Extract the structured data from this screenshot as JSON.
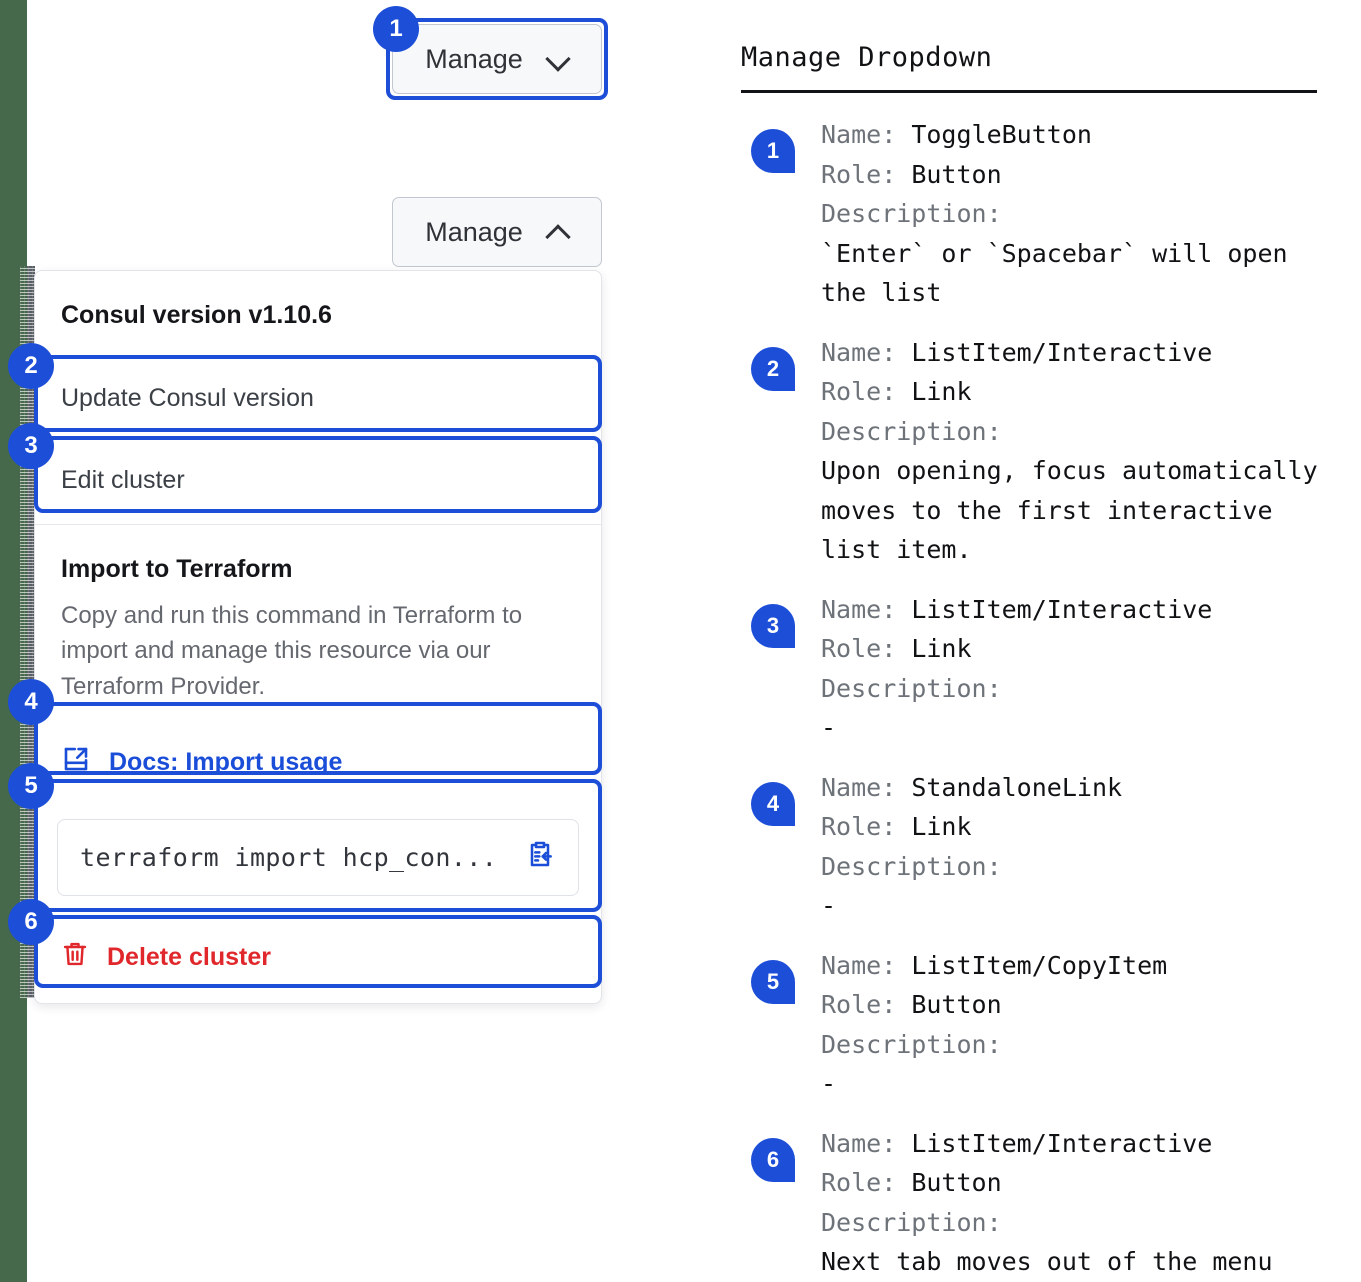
{
  "left": {
    "toggle_1": {
      "label": "Manage",
      "icon": "chevron-down-icon"
    },
    "toggle_2": {
      "label": "Manage",
      "icon": "chevron-up-icon"
    },
    "menu": {
      "header": "Consul version v1.10.6",
      "item_update": "Update Consul version",
      "item_edit": "Edit cluster",
      "terraform_title": "Import to Terraform",
      "terraform_desc": "Copy and run this command in Terraform to import and manage this resource via our Terraform Provider.",
      "docs_link": "Docs: Import usage",
      "docs_icon": "external-link-docs-icon",
      "command_value": "terraform import hcp_con...",
      "copy_icon": "clipboard-copy-icon",
      "delete_label": "Delete cluster",
      "delete_icon": "trash-icon"
    }
  },
  "badges": [
    "1",
    "2",
    "3",
    "4",
    "5",
    "6"
  ],
  "spec": {
    "title": "Manage Dropdown",
    "labels": {
      "name": "Name:",
      "role": "Role:",
      "description": "Description:"
    },
    "items": [
      {
        "num": "1",
        "name": "ToggleButton",
        "role": "Button",
        "description": "`Enter` or `Spacebar` will open the list"
      },
      {
        "num": "2",
        "name": "ListItem/Interactive",
        "role": "Link",
        "description": "Upon opening, focus automatically moves to the first interactive list item."
      },
      {
        "num": "3",
        "name": "ListItem/Interactive",
        "role": "Link",
        "description": "-"
      },
      {
        "num": "4",
        "name": "StandaloneLink",
        "role": "Link",
        "description": "-"
      },
      {
        "num": "5",
        "name": "ListItem/CopyItem",
        "role": "Button",
        "description": "-"
      },
      {
        "num": "6",
        "name": "ListItem/Interactive",
        "role": "Button",
        "description": "Next tab moves out of the menu and to the next focusable element"
      }
    ]
  },
  "colors": {
    "accent_blue": "#1d4ed8",
    "danger_red": "#e0282c",
    "edge_green": "#45694a",
    "muted_grey": "#65696f"
  }
}
